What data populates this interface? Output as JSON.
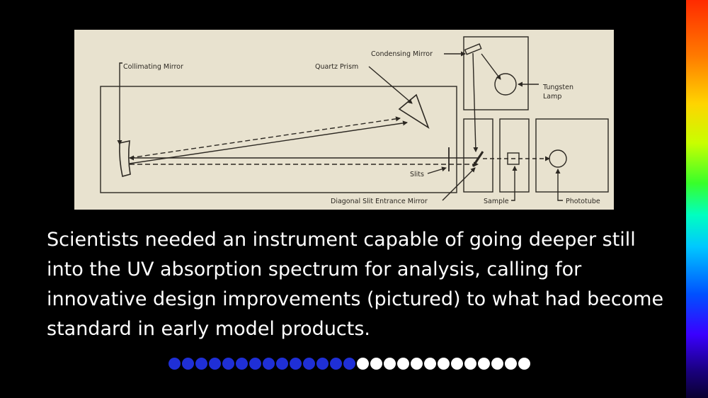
{
  "diagram": {
    "labels": {
      "collimating_mirror": "Collimating Mirror",
      "quartz_prism": "Quartz Prism",
      "condensing_mirror": "Condensing Mirror",
      "tungsten": "Tungsten",
      "lamp": "Lamp",
      "slits": "Slits",
      "diagonal_slit_entrance_mirror": "Diagonal Slit Entrance Mirror",
      "sample": "Sample",
      "phototube": "Phototube"
    }
  },
  "caption": "Scientists needed an instrument capable of going deeper still into the UV absorption spectrum for analysis, calling for innovative design improvements (pictured) to what had become standard in early model products.",
  "progress": {
    "completed": 14,
    "total": 27,
    "completed_color": "#1f2fd6",
    "remaining_color": "#ffffff"
  },
  "colors": {
    "background": "#000000",
    "figure_paper": "#e8e2cf",
    "ink": "#2c2822"
  }
}
